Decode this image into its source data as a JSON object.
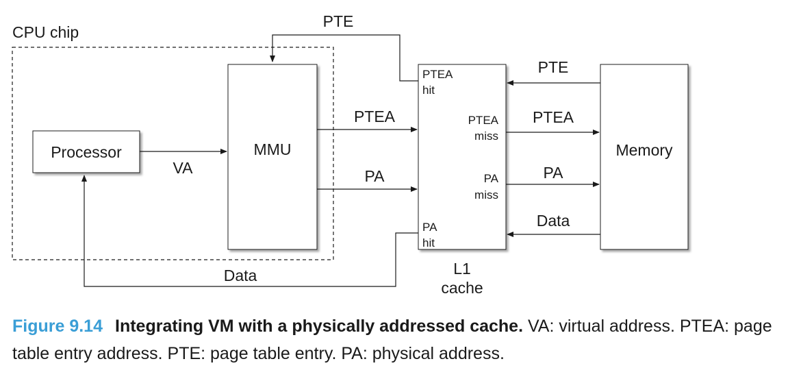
{
  "diagram": {
    "cpu_chip_label": "CPU chip",
    "processor_label": "Processor",
    "mmu_label": "MMU",
    "memory_label": "Memory",
    "cache_label_line1": "L1",
    "cache_label_line2": "cache",
    "cache_ports": {
      "ptea_hit_1": "PTEA",
      "ptea_hit_2": "hit",
      "ptea_miss_1": "PTEA",
      "ptea_miss_2": "miss",
      "pa_miss_1": "PA",
      "pa_miss_2": "miss",
      "pa_hit_1": "PA",
      "pa_hit_2": "hit"
    },
    "arrows": {
      "va": "VA",
      "pte_top": "PTE",
      "ptea_mmu_cache": "PTEA",
      "pa_mmu_cache": "PA",
      "data_bottom": "Data",
      "pte_mem_cache": "PTE",
      "ptea_cache_mem": "PTEA",
      "pa_cache_mem": "PA",
      "data_mem_cache": "Data"
    }
  },
  "caption": {
    "figure_number": "Figure 9.14",
    "title": "Integrating VM with a physically addressed cache.",
    "text": "VA: virtual address. PTEA: page table entry address. PTE: page table entry. PA: physical address."
  }
}
